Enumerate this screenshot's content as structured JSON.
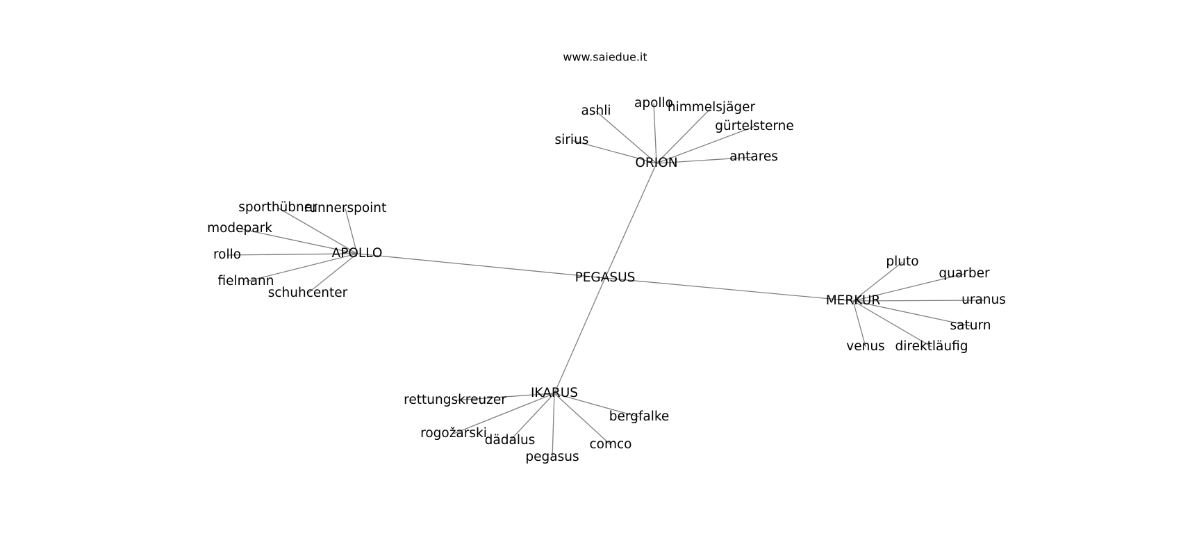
{
  "title": "www.saiedue.it",
  "colors": {
    "edge": "#808080",
    "text": "#000000",
    "background": "#ffffff"
  },
  "nodes": {
    "pegasus_hub": "PEGASUS",
    "orion": "ORION",
    "apollo_hub": "APOLLO",
    "merkur": "MERKUR",
    "ikarus": "IKARUS",
    "ashli": "ashli",
    "apollo_leaf": "apollo",
    "himmelsjaeger": "himmelsjäger",
    "guertelsterne": "gürtelsterne",
    "sirius": "sirius",
    "antares": "antares",
    "sporthuebner": "sporthübner",
    "runnerspoint": "runnerspoint",
    "modepark": "modepark",
    "rollo": "rollo",
    "fielmann": "fielmann",
    "schuhcenter": "schuhcenter",
    "pluto": "pluto",
    "quarber": "quarber",
    "uranus": "uranus",
    "saturn": "saturn",
    "venus": "venus",
    "direktlaeufig": "direktläufig",
    "rettungskreuzer": "rettungskreuzer",
    "bergfalke": "bergfalke",
    "rogozarski": "rogožarski",
    "daedalus": "dädalus",
    "comco": "comco",
    "pegasus_leaf": "pegasus"
  },
  "edges": [
    [
      "pegasus_hub",
      "orion"
    ],
    [
      "pegasus_hub",
      "apollo_hub"
    ],
    [
      "pegasus_hub",
      "merkur"
    ],
    [
      "pegasus_hub",
      "ikarus"
    ],
    [
      "orion",
      "ashli"
    ],
    [
      "orion",
      "apollo_leaf"
    ],
    [
      "orion",
      "himmelsjaeger"
    ],
    [
      "orion",
      "guertelsterne"
    ],
    [
      "orion",
      "sirius"
    ],
    [
      "orion",
      "antares"
    ],
    [
      "apollo_hub",
      "sporthuebner"
    ],
    [
      "apollo_hub",
      "runnerspoint"
    ],
    [
      "apollo_hub",
      "modepark"
    ],
    [
      "apollo_hub",
      "rollo"
    ],
    [
      "apollo_hub",
      "fielmann"
    ],
    [
      "apollo_hub",
      "schuhcenter"
    ],
    [
      "merkur",
      "pluto"
    ],
    [
      "merkur",
      "quarber"
    ],
    [
      "merkur",
      "uranus"
    ],
    [
      "merkur",
      "saturn"
    ],
    [
      "merkur",
      "venus"
    ],
    [
      "merkur",
      "direktlaeufig"
    ],
    [
      "ikarus",
      "rettungskreuzer"
    ],
    [
      "ikarus",
      "bergfalke"
    ],
    [
      "ikarus",
      "rogozarski"
    ],
    [
      "ikarus",
      "daedalus"
    ],
    [
      "ikarus",
      "comco"
    ],
    [
      "ikarus",
      "pegasus_leaf"
    ]
  ]
}
